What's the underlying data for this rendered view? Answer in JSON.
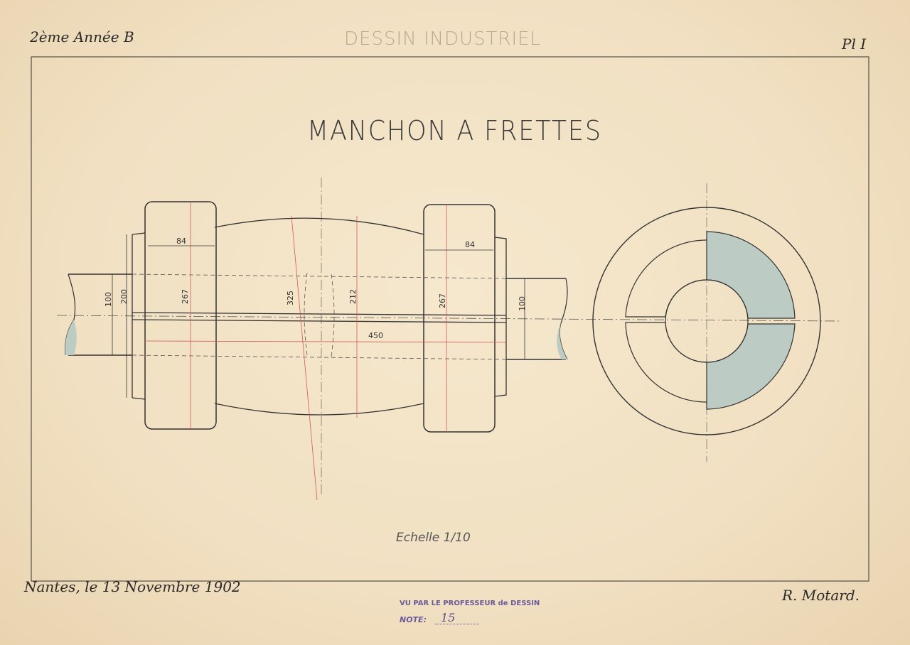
{
  "header": {
    "class_label": "2ème Année B",
    "course": "DESSIN INDUSTRIEL",
    "plate": "Pl I"
  },
  "drawing": {
    "title": "MANCHON A FRETTES",
    "scale": "Echelle 1/10",
    "dimensions": {
      "frette_width_left": "84",
      "frette_width_right": "84",
      "shaft_dia_left": "100",
      "bore_dia_left": "200",
      "frette_dia_left": "267",
      "cone_dia_big": "325",
      "cone_dia_mid": "212",
      "length": "450",
      "frette_dia_right": "267",
      "shaft_dia_right": "100"
    }
  },
  "footer": {
    "place_date": "Nantes, le 13 Novembre 1902",
    "signature": "R. Motard.",
    "stamp_line": "VU PAR LE PROFESSEUR de DESSIN",
    "note_label": "NOTE:",
    "note_value": "15"
  },
  "colors": {
    "paper": "#f1e2c6",
    "ink": "#2a2a2a",
    "section_fill": "#bccbc4",
    "dimension_red": "#d45a5a"
  }
}
